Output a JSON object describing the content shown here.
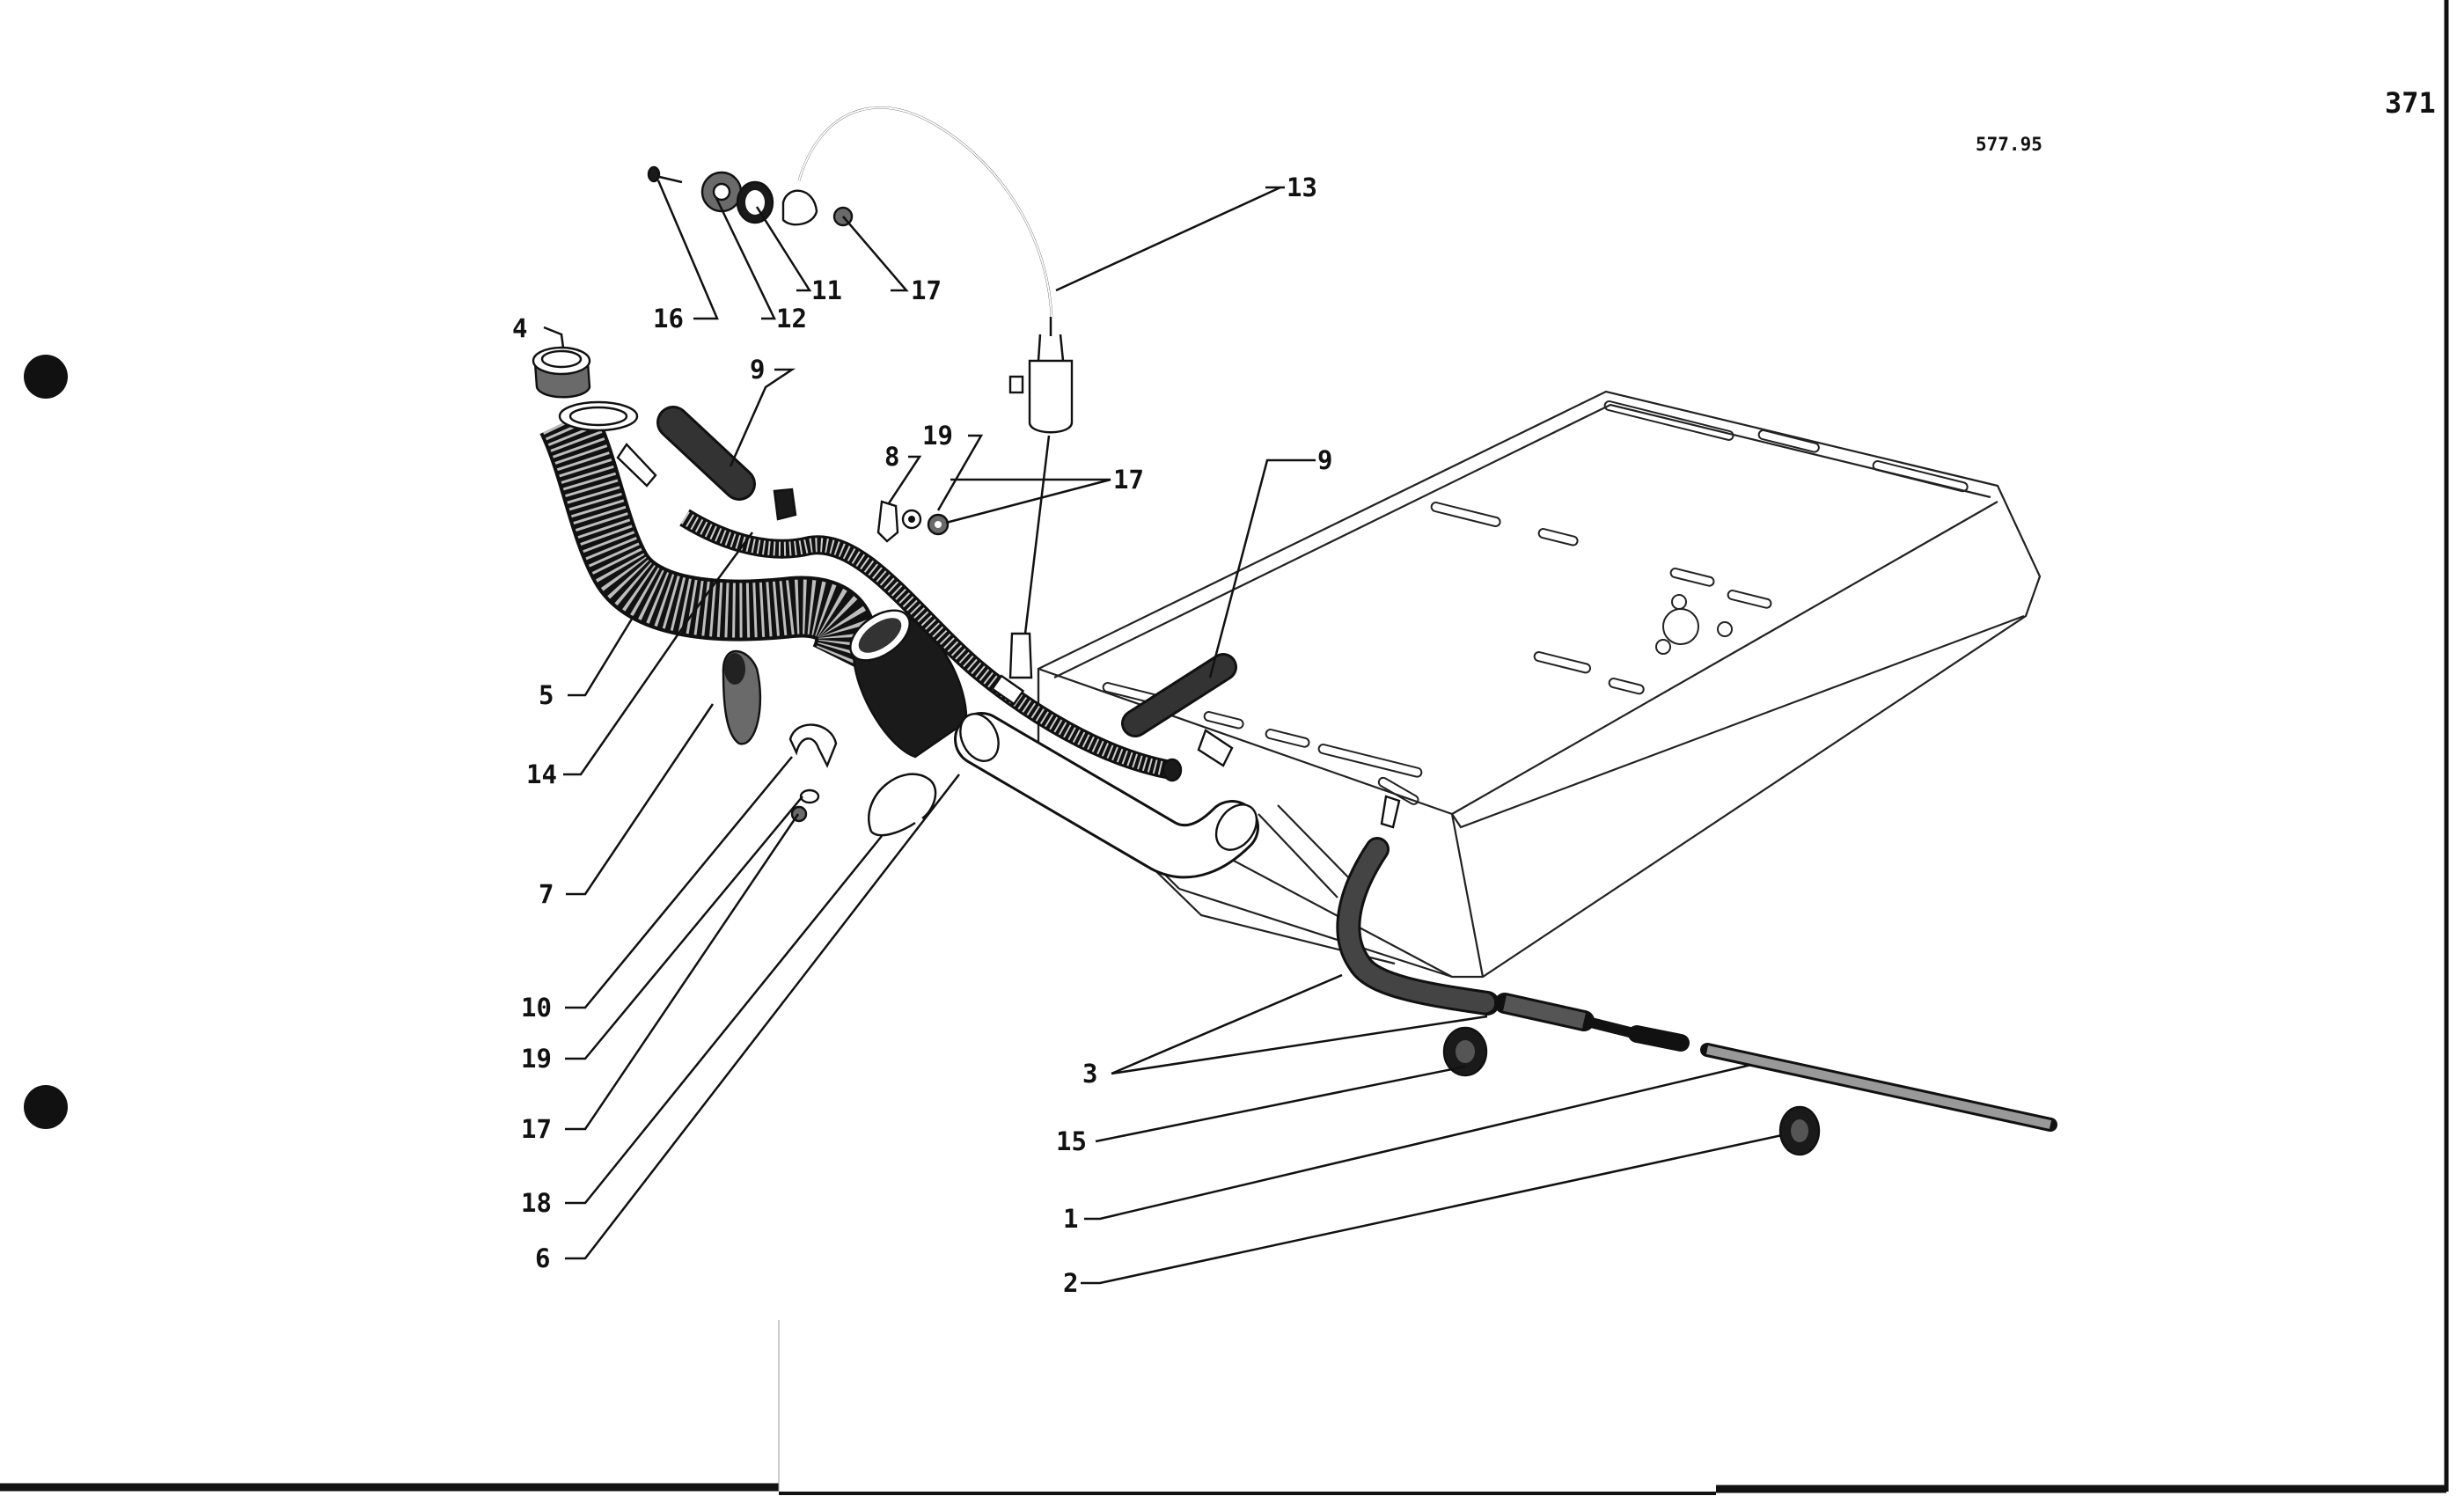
{
  "header": {
    "page_number": "371",
    "drawing_ref": "577.95"
  },
  "callouts": [
    {
      "id": "c4a",
      "text": "4"
    },
    {
      "id": "c16",
      "text": "16"
    },
    {
      "id": "c12",
      "text": "12"
    },
    {
      "id": "c11",
      "text": "11"
    },
    {
      "id": "c17a",
      "text": "17"
    },
    {
      "id": "c13",
      "text": "13"
    },
    {
      "id": "c9a",
      "text": "9"
    },
    {
      "id": "c19a",
      "text": "19"
    },
    {
      "id": "c8",
      "text": "8"
    },
    {
      "id": "c17b",
      "text": "17"
    },
    {
      "id": "c9b",
      "text": "9"
    },
    {
      "id": "c5",
      "text": "5"
    },
    {
      "id": "c14",
      "text": "14"
    },
    {
      "id": "c7",
      "text": "7"
    },
    {
      "id": "c10",
      "text": "10"
    },
    {
      "id": "c19b",
      "text": "19"
    },
    {
      "id": "c17c",
      "text": "17"
    },
    {
      "id": "c18",
      "text": "18"
    },
    {
      "id": "c6",
      "text": "6"
    },
    {
      "id": "c3",
      "text": "3"
    },
    {
      "id": "c15",
      "text": "15"
    },
    {
      "id": "c1",
      "text": "1"
    },
    {
      "id": "c2",
      "text": "2"
    }
  ]
}
